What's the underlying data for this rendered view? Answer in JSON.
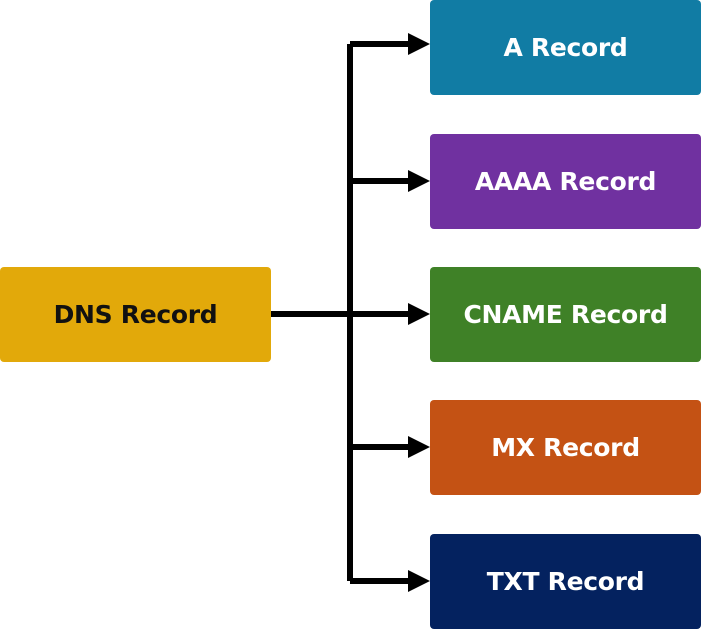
{
  "diagram": {
    "root": {
      "label": "DNS Record",
      "color": "#E2A90A"
    },
    "children": [
      {
        "label": "A Record",
        "color": "#117CA4"
      },
      {
        "label": "AAAA Record",
        "color": "#7031A0"
      },
      {
        "label": "CNAME Record",
        "color": "#3F8127"
      },
      {
        "label": "MX Record",
        "color": "#C45214"
      },
      {
        "label": "TXT Record",
        "color": "#04225F"
      }
    ],
    "connector_color": "#000000"
  }
}
